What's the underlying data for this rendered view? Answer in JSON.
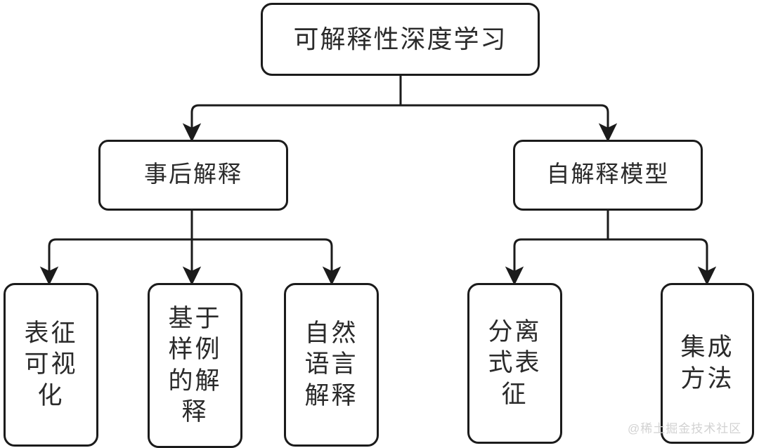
{
  "diagram": {
    "title": "可解释性深度学习",
    "type": "tree-flowchart",
    "colors": {
      "stroke": "#1b1b1b",
      "text": "#2a2a2a",
      "background": "#ffffff",
      "watermark": "#d2d2d2"
    },
    "root": {
      "id": "root",
      "label": "可解释性深度学习"
    },
    "level2": [
      {
        "id": "posthoc",
        "label": "事后解释"
      },
      {
        "id": "selfexp",
        "label": "自解释模型"
      }
    ],
    "leaves": [
      {
        "id": "viz",
        "parent": "posthoc",
        "label": "表征\n可视\n化"
      },
      {
        "id": "example",
        "parent": "posthoc",
        "label": "基于\n样例\n的解\n释"
      },
      {
        "id": "nlexp",
        "parent": "posthoc",
        "label": "自然\n语言\n解释"
      },
      {
        "id": "disent",
        "parent": "selfexp",
        "label": "分离\n式表\n征"
      },
      {
        "id": "ensemble",
        "parent": "selfexp",
        "label": "集成\n方法"
      }
    ]
  },
  "watermark": {
    "text": "@稀土掘金技术社区"
  }
}
